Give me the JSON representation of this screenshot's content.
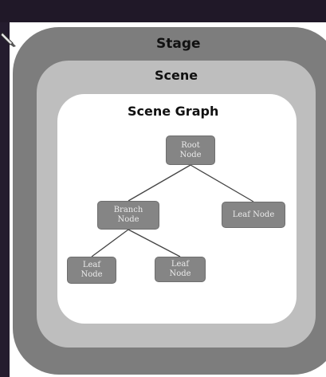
{
  "diagram": {
    "stage_label": "Stage",
    "scene_label": "Scene",
    "graph_label": "Scene Graph",
    "nodes": {
      "root": "Root\nNode",
      "branch": "Branch\nNode",
      "leaf_right": "Leaf Node",
      "leaf_left_1": "Leaf\nNode",
      "leaf_left_2": "Leaf\nNode"
    },
    "edges": [
      [
        "root",
        "branch"
      ],
      [
        "root",
        "leaf_right"
      ],
      [
        "branch",
        "leaf_left_1"
      ],
      [
        "branch",
        "leaf_left_2"
      ]
    ]
  },
  "colors": {
    "stage": "#7d7d7d",
    "scene": "#bebebe",
    "graph_area": "#ffffff",
    "node": "#858585",
    "node_text": "#eaeaea",
    "edge": "#444444",
    "background": "#221a2a"
  }
}
